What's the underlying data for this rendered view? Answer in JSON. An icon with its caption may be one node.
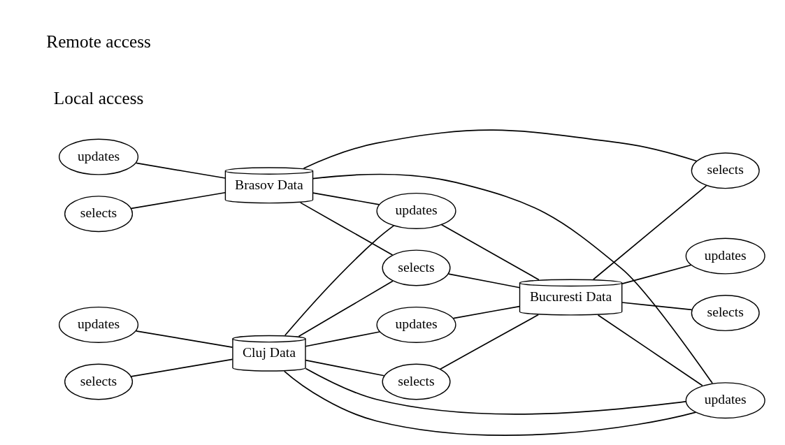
{
  "diagram": {
    "nodes": [
      {
        "text": [
          "updates"
        ]
      },
      {
        "text": [
          "updates"
        ]
      },
      {
        "text": [
          "Cluj Data"
        ]
      },
      {
        "text": [
          "selects"
        ]
      },
      {
        "text": [
          "selects"
        ]
      },
      {
        "text": [
          "updates"
        ]
      },
      {
        "text": [
          "updates"
        ]
      },
      {
        "text": [
          "Bucuresti Data"
        ]
      },
      {
        "text": [
          "selects"
        ]
      },
      {
        "text": [
          "selects"
        ]
      },
      {
        "text": [
          "Brasov Data"
        ]
      },
      {
        "text": [
          "updates"
        ]
      },
      {
        "text": [
          "updates"
        ]
      },
      {
        "text": [
          "selects"
        ]
      },
      {
        "text": [
          "selects"
        ]
      }
    ],
    "edges": [
      {
        "from": 1,
        "to": 2,
        "arrow": "none"
      },
      {
        "from": 4,
        "to": 2,
        "arrow": "none"
      },
      {
        "from": 2,
        "to": 0,
        "arrow": "none"
      },
      {
        "from": 2,
        "to": 3,
        "arrow": "none"
      },
      {
        "from": 2,
        "to": 6,
        "arrow": "none"
      },
      {
        "from": 2,
        "to": 8,
        "arrow": "none"
      },
      {
        "from": 2,
        "to": 12,
        "arrow": "none"
      },
      {
        "from": 2,
        "to": 12,
        "arrow": "none"
      },
      {
        "from": 10,
        "to": 0,
        "arrow": "none"
      },
      {
        "from": 10,
        "to": 3,
        "arrow": "none"
      },
      {
        "from": 0,
        "to": 7,
        "arrow": "none"
      },
      {
        "from": 3,
        "to": 7,
        "arrow": "none"
      },
      {
        "from": 6,
        "to": 7,
        "arrow": "none"
      },
      {
        "from": 8,
        "to": 7,
        "arrow": "none"
      },
      {
        "from": 7,
        "to": 5,
        "arrow": "none"
      },
      {
        "from": 7,
        "to": 9,
        "arrow": "none"
      },
      {
        "from": 11,
        "to": 10,
        "arrow": "none"
      },
      {
        "from": 13,
        "to": 10,
        "arrow": "none"
      },
      {
        "from": 10,
        "to": 12,
        "arrow": "none"
      },
      {
        "from": 10,
        "to": 14,
        "arrow": "none"
      },
      {
        "from": 7,
        "to": 12,
        "arrow": "none"
      },
      {
        "from": 7,
        "to": 14,
        "arrow": "none"
      }
    ],
    "legend": [
      {
        "text": "Remote access"
      },
      {
        "text": "Local access"
      }
    ]
  }
}
